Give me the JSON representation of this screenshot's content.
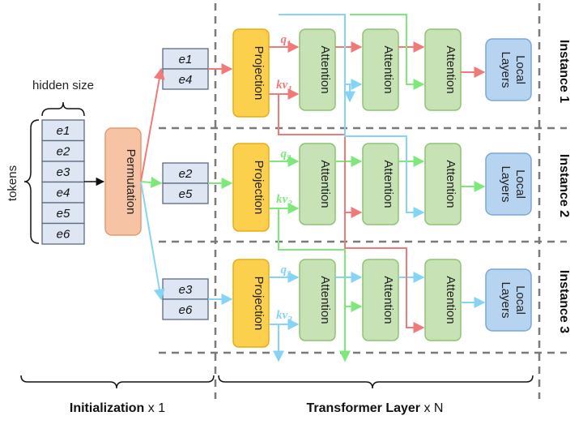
{
  "colors": {
    "red": "#f07a78",
    "green": "#7fe87a",
    "blue": "#86d4f5",
    "projection_fill": "#fcd04d",
    "projection_stroke": "#e6ad17",
    "attention_fill": "#c7e3b5",
    "attention_stroke": "#8fc373",
    "local_fill": "#b6d4ef",
    "local_stroke": "#7aa7d6",
    "permutation_fill": "#f7c3a5",
    "permutation_stroke": "#e89871",
    "token_fill": "#dde6f2",
    "token_stroke": "#5a6b80",
    "dash": "#7a7a7a"
  },
  "labels": {
    "hidden_size": "hidden size",
    "tokens": "tokens",
    "permutation": "Permutation",
    "projection": "Projection",
    "attention": "Attention",
    "local_line1": "Local",
    "local_line2": "Layers",
    "init_label": "Initialization",
    "init_mult": "x 1",
    "transformer_label": "Transformer Layer",
    "transformer_mult": "x N"
  },
  "input_tokens": [
    "e1",
    "e2",
    "e3",
    "e4",
    "e5",
    "e6"
  ],
  "instances": [
    {
      "label": "Instance 1",
      "tokens": [
        "e1",
        "e4"
      ],
      "q": "q",
      "kv": "kv",
      "index": "1"
    },
    {
      "label": "Instance 2",
      "tokens": [
        "e2",
        "e5"
      ],
      "q": "q",
      "kv": "kv",
      "index": "2"
    },
    {
      "label": "Instance 3",
      "tokens": [
        "e3",
        "e6"
      ],
      "q": "q",
      "kv": "kv",
      "index": "3"
    }
  ]
}
